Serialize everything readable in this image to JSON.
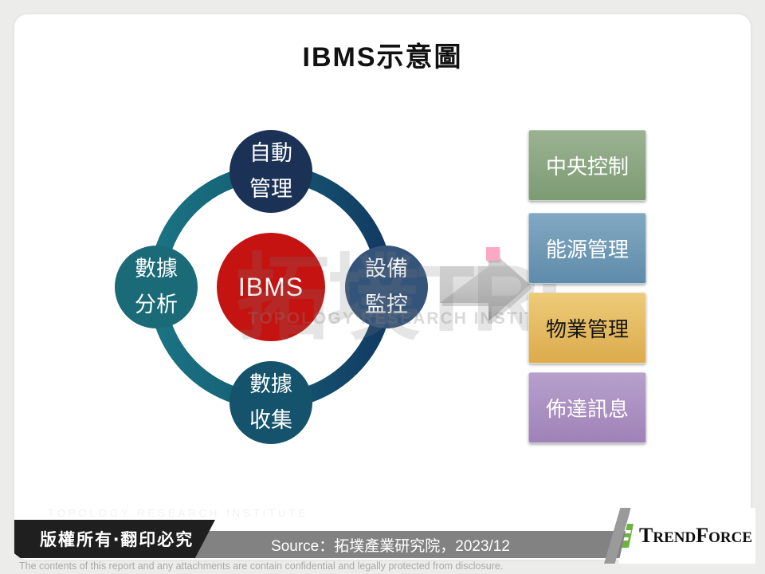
{
  "title": "IBMS示意圖",
  "diagram": {
    "center": {
      "label": "IBMS",
      "color": "#c41311"
    },
    "ring_colors": {
      "left": "#1a7383",
      "right": "#123a63"
    },
    "nodes": [
      {
        "position": "top",
        "lines": [
          "自動",
          "管理"
        ],
        "color": "#1b3156"
      },
      {
        "position": "left",
        "lines": [
          "數據",
          "分析"
        ],
        "color": "#1a6b77"
      },
      {
        "position": "right",
        "lines": [
          "設備",
          "監控"
        ],
        "color": "#35547a"
      },
      {
        "position": "bottom",
        "lines": [
          "數據",
          "收集"
        ],
        "color": "#14536b"
      }
    ],
    "arrow_icon": "right-block-arrow",
    "boxes": [
      {
        "label": "中央控制",
        "color": "#87a37f",
        "text_color": "#ffffff"
      },
      {
        "label": "能源管理",
        "color": "#6f9ab6",
        "text_color": "#ffffff"
      },
      {
        "label": "物業管理",
        "color": "#e3ba60",
        "text_color": "#141414"
      },
      {
        "label": "佈達訊息",
        "color": "#a98fc0",
        "text_color": "#ffffff"
      }
    ],
    "watermark": {
      "cjk": "拓墣TRI",
      "latin": "TOPOLOGY RESEARCH INSTITUTE"
    }
  },
  "footer": {
    "copyright": "版權所有‧翻印必究",
    "source": "Source：拓墣產業研究院，2023/12",
    "disclaimer": "The contents of this report and any attachments are contain confidential and legally protected from disclosure.",
    "brand": {
      "t1": "T",
      "t2": "REND",
      "t3": "F",
      "t4": "ORCE"
    }
  }
}
